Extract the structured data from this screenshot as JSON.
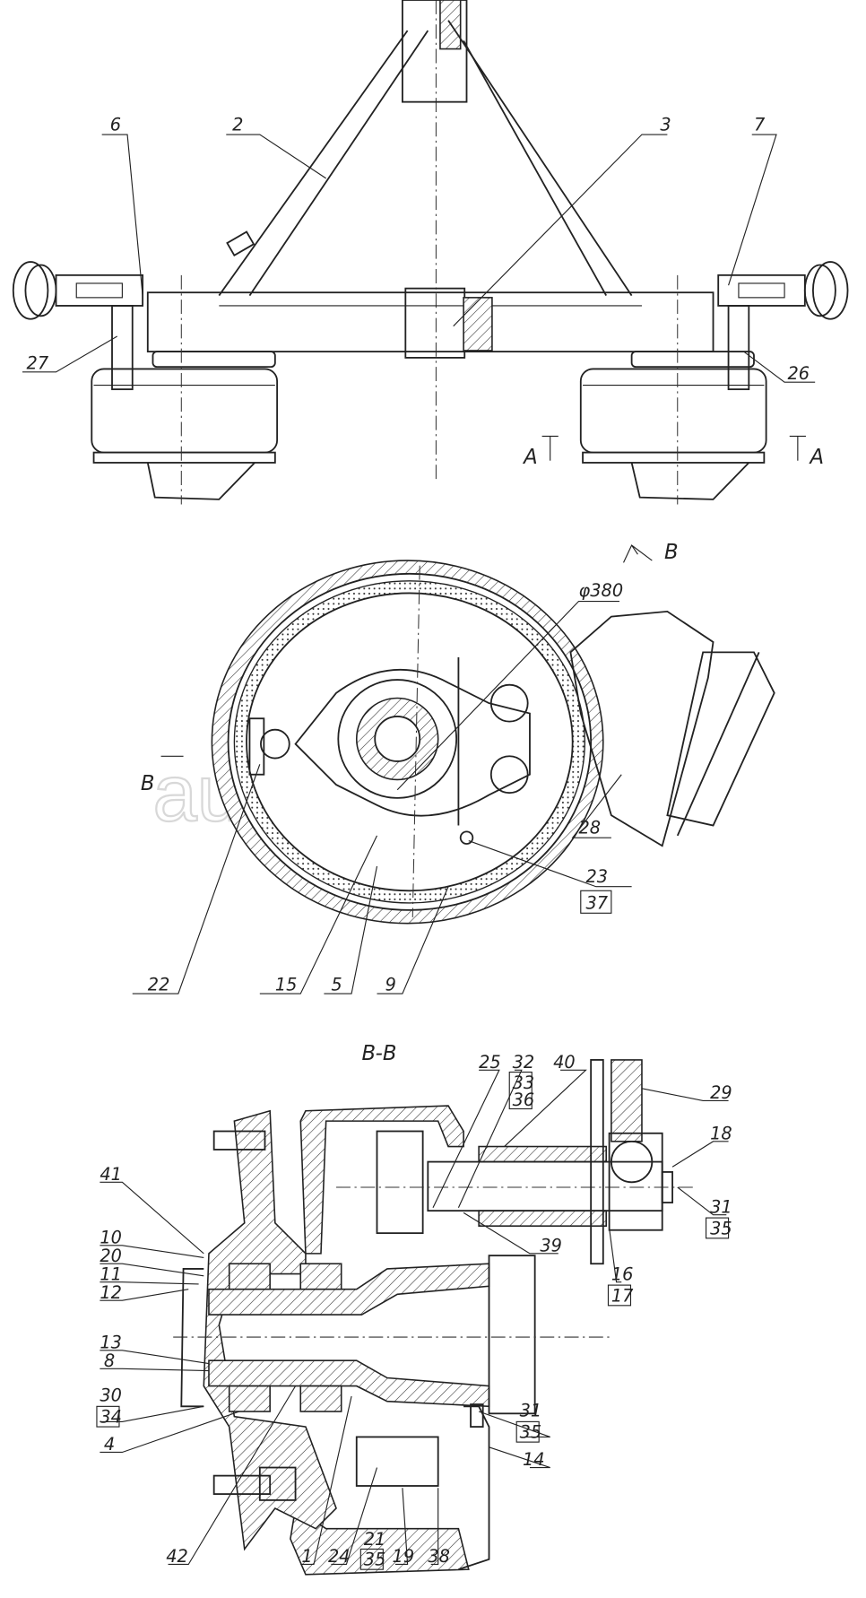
{
  "watermark": "autopiter.ru",
  "top_view": {
    "labels": {
      "l6": "6",
      "l2": "2",
      "l3": "3",
      "l7": "7",
      "l27": "27",
      "l26": "26",
      "a_left": "A",
      "a_right": "A"
    }
  },
  "drum_view": {
    "section_mark_top": "B",
    "section_mark_left": "B",
    "diameter": "φ380",
    "labels": {
      "l28": "28",
      "l23": "23",
      "l37": "37",
      "l22": "22",
      "l15": "15",
      "l5": "5",
      "l9": "9"
    }
  },
  "section_view": {
    "title": "B-B",
    "labels": {
      "l25": "25",
      "l32": "32",
      "l33": "33",
      "l36": "36",
      "l40": "40",
      "l29": "29",
      "l18": "18",
      "l31a": "31",
      "l35a": "35",
      "l39": "39",
      "l16": "16",
      "l17": "17",
      "l41": "41",
      "l10": "10",
      "l20": "20",
      "l11": "11",
      "l12": "12",
      "l13": "13",
      "l8": "8",
      "l30": "30",
      "l34": "34",
      "l4": "4",
      "l42": "42",
      "l1": "1",
      "l24": "24",
      "l21": "21",
      "l35c": "35",
      "l19": "19",
      "l38": "38",
      "l31b": "31",
      "l35b": "35",
      "l14": "14"
    }
  }
}
